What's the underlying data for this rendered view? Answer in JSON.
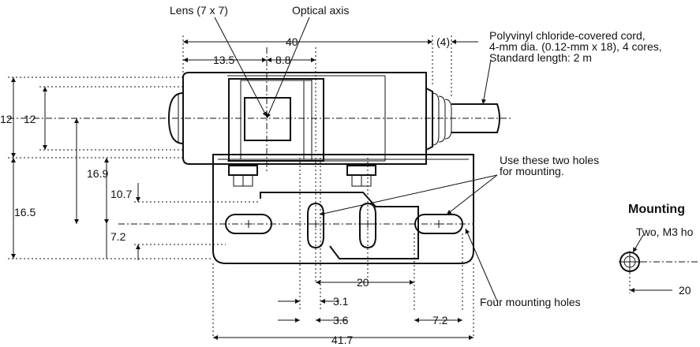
{
  "labels": {
    "lens": "Lens (7 x 7)",
    "optical_axis": "Optical axis",
    "cord_line1": "Polyvinyl chloride-covered cord,",
    "cord_line2": "4-mm dia. (0.12-mm x 18), 4 cores,",
    "cord_line3": "Standard length: 2 m",
    "holes_line1": "Use these two holes",
    "holes_line2": "for mounting.",
    "four_holes": "Four mounting holes",
    "mounting_title": "Mounting",
    "two_m3": "Two, M3 ho"
  },
  "dimensions": {
    "d40": "40",
    "d4": "(4)",
    "d13_5": "13.5",
    "d8_8": "8.8",
    "d12a": "12",
    "d12b": "12",
    "d16_9": "16.9",
    "d16_5": "16.5",
    "d10_7": "10.7",
    "d7_2a": "7.2",
    "d20": "20",
    "d3_1": "3.1",
    "d3_6": "3.6",
    "d7_2b": "7.2",
    "d41_7": "41.7",
    "d20b": "20"
  }
}
